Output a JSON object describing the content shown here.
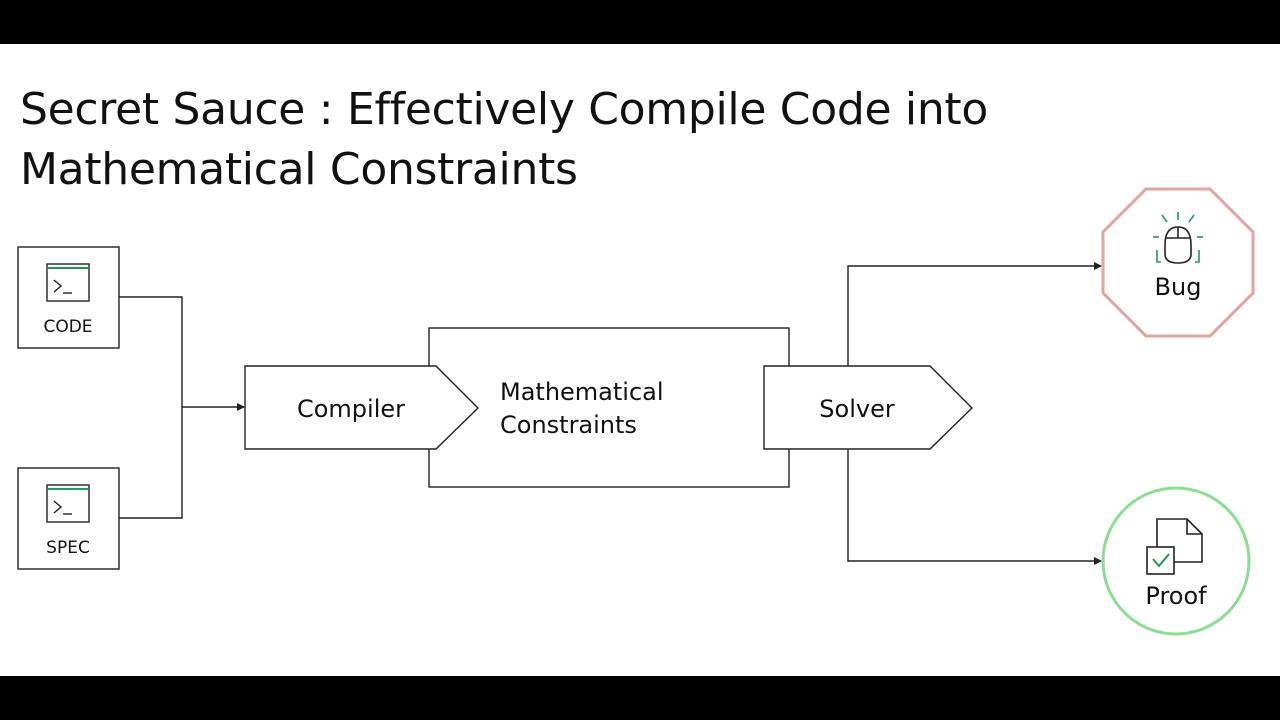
{
  "title": {
    "line1": "Secret Sauce : Effectively Compile Code into",
    "line2": "Mathematical Constraints"
  },
  "inputs": {
    "code_label": "CODE",
    "spec_label": "SPEC"
  },
  "stages": {
    "compiler_label": "Compiler",
    "constraints_line1": "Mathematical",
    "constraints_line2": "Constraints",
    "solver_label": "Solver"
  },
  "outputs": {
    "bug_label": "Bug",
    "proof_label": "Proof"
  },
  "colors": {
    "bug_outline": "#e2a49b",
    "proof_outline": "#86e08f",
    "icon_green": "#1f9a5a",
    "stroke": "#222222"
  }
}
